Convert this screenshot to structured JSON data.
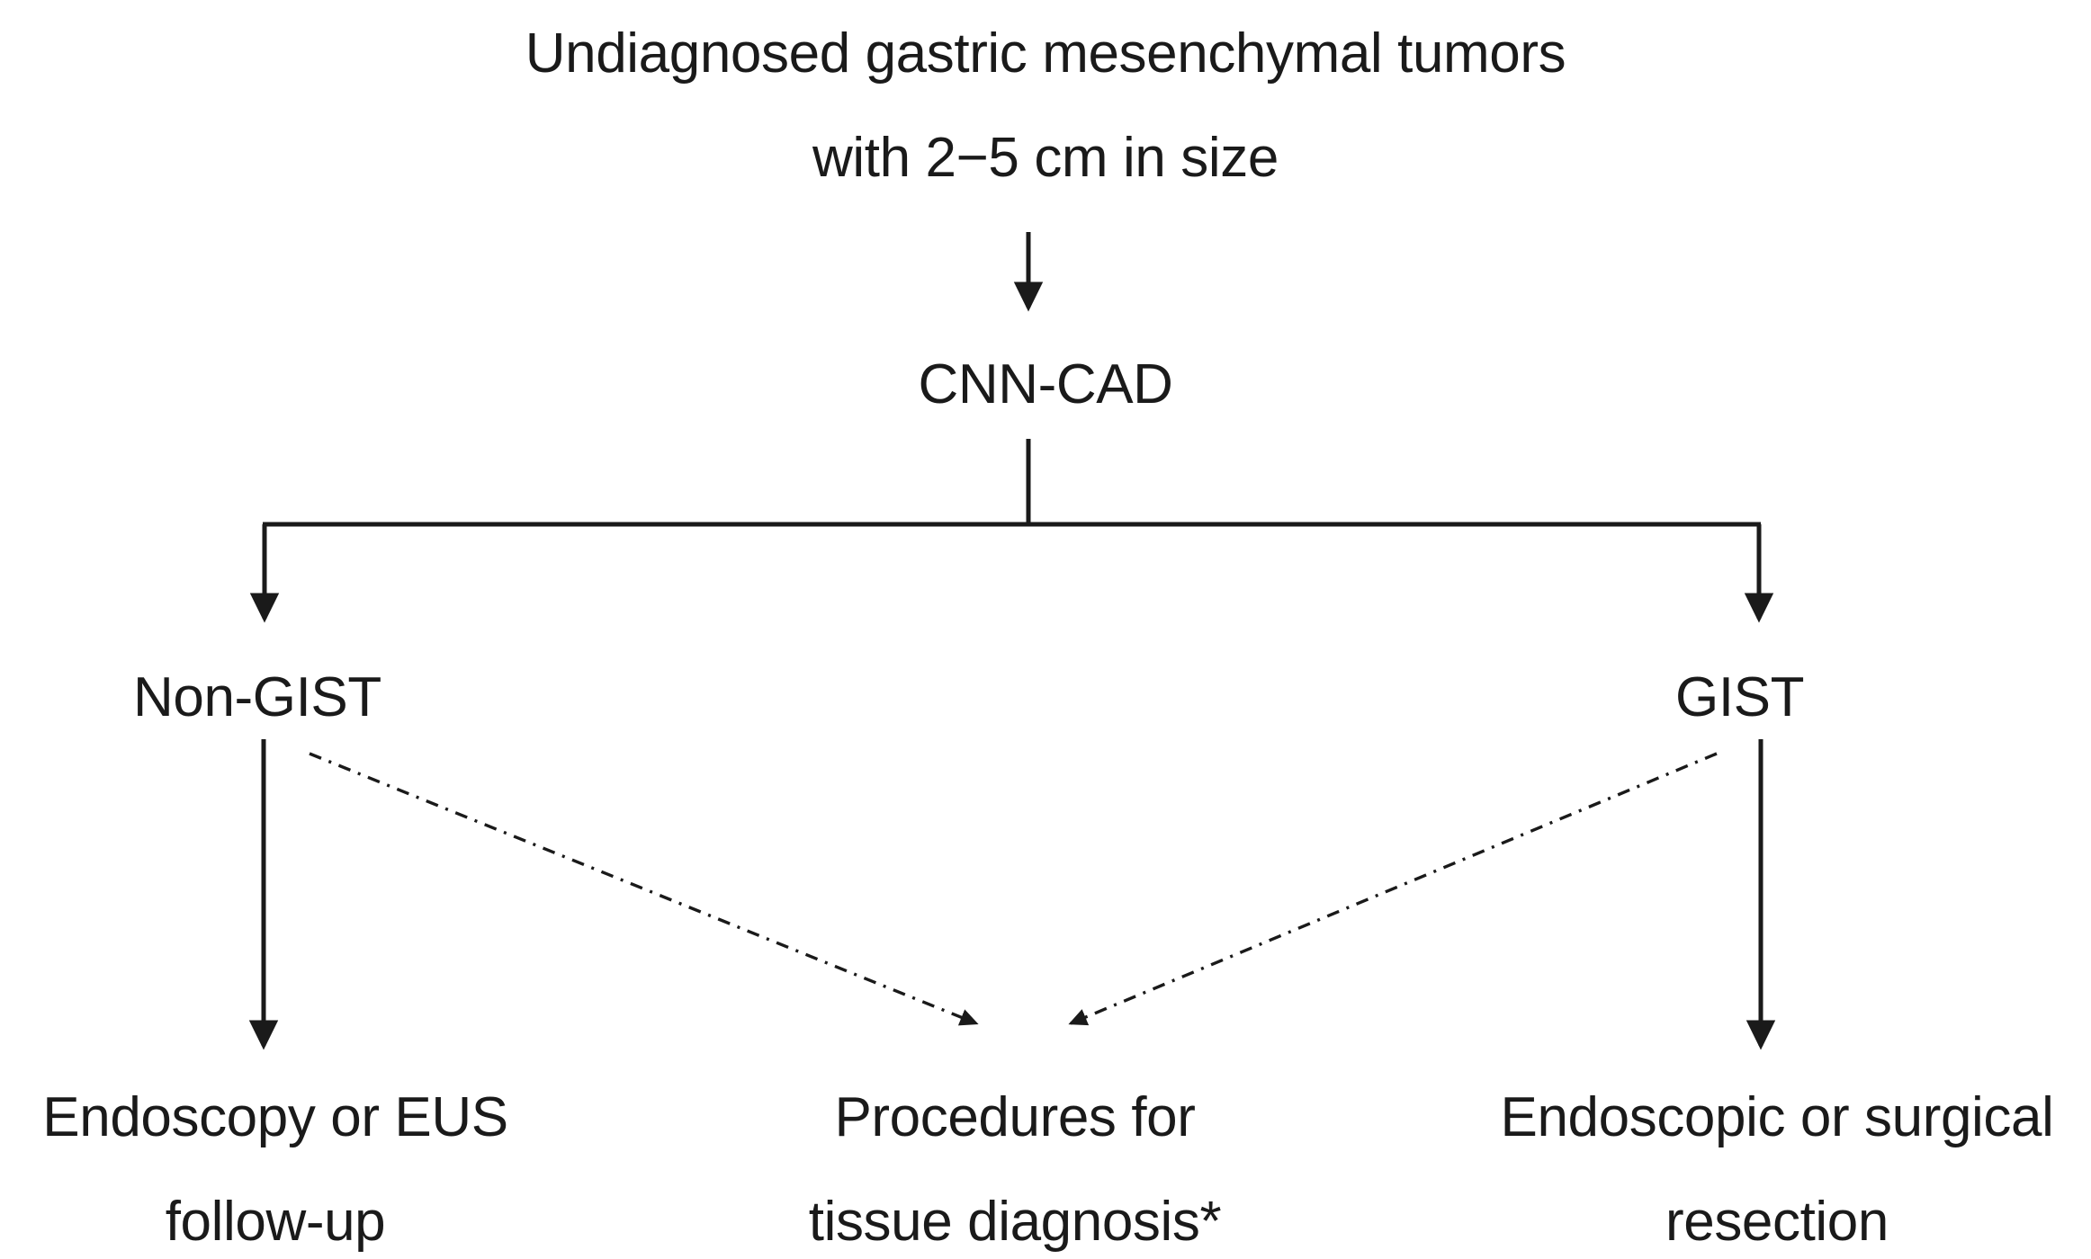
{
  "figure": {
    "type": "flowchart",
    "title": "CNN-CAD triage flow for undiagnosed gastric mesenchymal tumors",
    "background_color": "#ffffff",
    "line_color": "#1a1a1a"
  },
  "nodes": {
    "root": {
      "id": "root",
      "line1": "Undiagnosed gastric mesenchymal tumors",
      "line2": "with 2−5 cm in size"
    },
    "cnncad": {
      "id": "cnncad",
      "line1": "CNN-CAD"
    },
    "nongist": {
      "id": "nongist",
      "line1": "Non-GIST"
    },
    "gist": {
      "id": "gist",
      "line1": "GIST"
    },
    "followup": {
      "id": "followup",
      "line1": "Endoscopy or EUS",
      "line2": "follow-up"
    },
    "tissue": {
      "id": "tissue",
      "line1": "Procedures for",
      "line2": "tissue diagnosis*"
    },
    "resection": {
      "id": "resection",
      "line1": "Endoscopic or surgical",
      "line2": "resection"
    }
  },
  "edges": [
    {
      "id": "root-to-cnncad",
      "from": "root",
      "to": "cnncad",
      "style": "solid",
      "arrowhead": true
    },
    {
      "id": "cnncad-branch",
      "from": "cnncad",
      "to": "nongist,gist",
      "style": "solid",
      "arrowhead": true
    },
    {
      "id": "nongist-to-followup",
      "from": "nongist",
      "to": "followup",
      "style": "solid",
      "arrowhead": true
    },
    {
      "id": "gist-to-resection",
      "from": "gist",
      "to": "resection",
      "style": "solid",
      "arrowhead": true
    },
    {
      "id": "nongist-to-tissue",
      "from": "nongist",
      "to": "tissue",
      "style": "dash-dot",
      "arrowhead": true
    },
    {
      "id": "gist-to-tissue",
      "from": "gist",
      "to": "tissue",
      "style": "dash-dot",
      "arrowhead": true
    }
  ]
}
